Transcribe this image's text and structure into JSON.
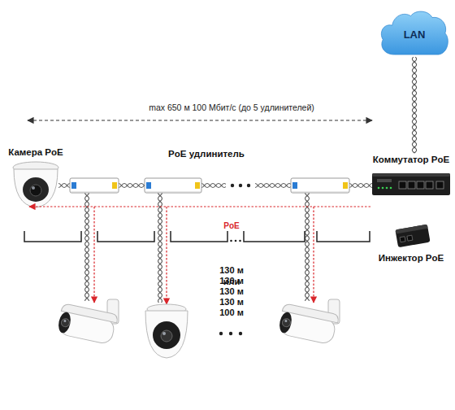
{
  "diagram": {
    "nodes": [
      {
        "text": [
          "LAN"
        ]
      },
      {
        "text": [
          "Камера PoE"
        ]
      },
      {
        "text": [
          "PoE удлинитель"
        ]
      },
      {
        "text": [
          "Коммутатор PoE"
        ]
      },
      {
        "text": [
          "Инжектор PoE"
        ]
      }
    ],
    "edges": [
      {
        "from": 3,
        "to": 0,
        "arrow": "none"
      }
    ],
    "labels": [
      "max 650 м 100 Мбит/с (до 5 удлинителей)",
      "PoE",
      "130 м",
      "130 м",
      "130 м",
      "130 м",
      "100 м",
      "или"
    ]
  }
}
